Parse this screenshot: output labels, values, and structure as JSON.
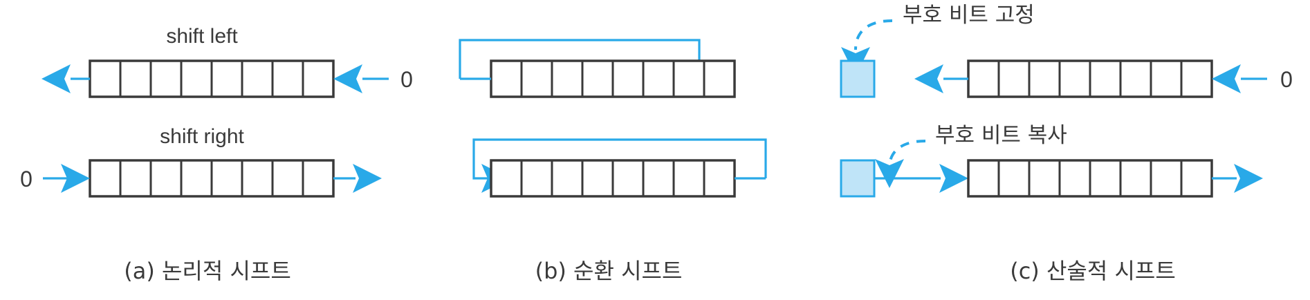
{
  "figure": {
    "title": "Shift operation types diagram",
    "background_color": "#ffffff",
    "accent_color": "#29a9e8",
    "signbit_fill_color": "#bfe4f8",
    "outline_color": "#3a3a3a",
    "register_cell_count": 8
  },
  "panels": [
    {
      "id": "a",
      "caption": "(a) 논리적 시프트",
      "rows": [
        {
          "id": "shift-left",
          "label": "shift left",
          "input_value": "0",
          "input_side": "right",
          "output_side": "left",
          "direction": "left"
        },
        {
          "id": "shift-right",
          "label": "shift right",
          "input_value": "0",
          "input_side": "left",
          "output_side": "right",
          "direction": "right"
        }
      ]
    },
    {
      "id": "b",
      "caption": "(b) 순환 시프트",
      "rows": [
        {
          "id": "rotate-left",
          "label": "",
          "direction": "left",
          "feedback": "wrap-around"
        },
        {
          "id": "rotate-right",
          "label": "",
          "direction": "right",
          "feedback": "wrap-around"
        }
      ]
    },
    {
      "id": "c",
      "caption": "(c) 산술적 시프트",
      "rows": [
        {
          "id": "arith-shift-left",
          "annotation": "부호 비트 고정",
          "sign_bit_label": "",
          "input_value": "0",
          "input_side": "right",
          "direction": "left"
        },
        {
          "id": "arith-shift-right",
          "annotation": "부호 비트 복사",
          "sign_bit_label": "",
          "direction": "right"
        }
      ]
    }
  ]
}
